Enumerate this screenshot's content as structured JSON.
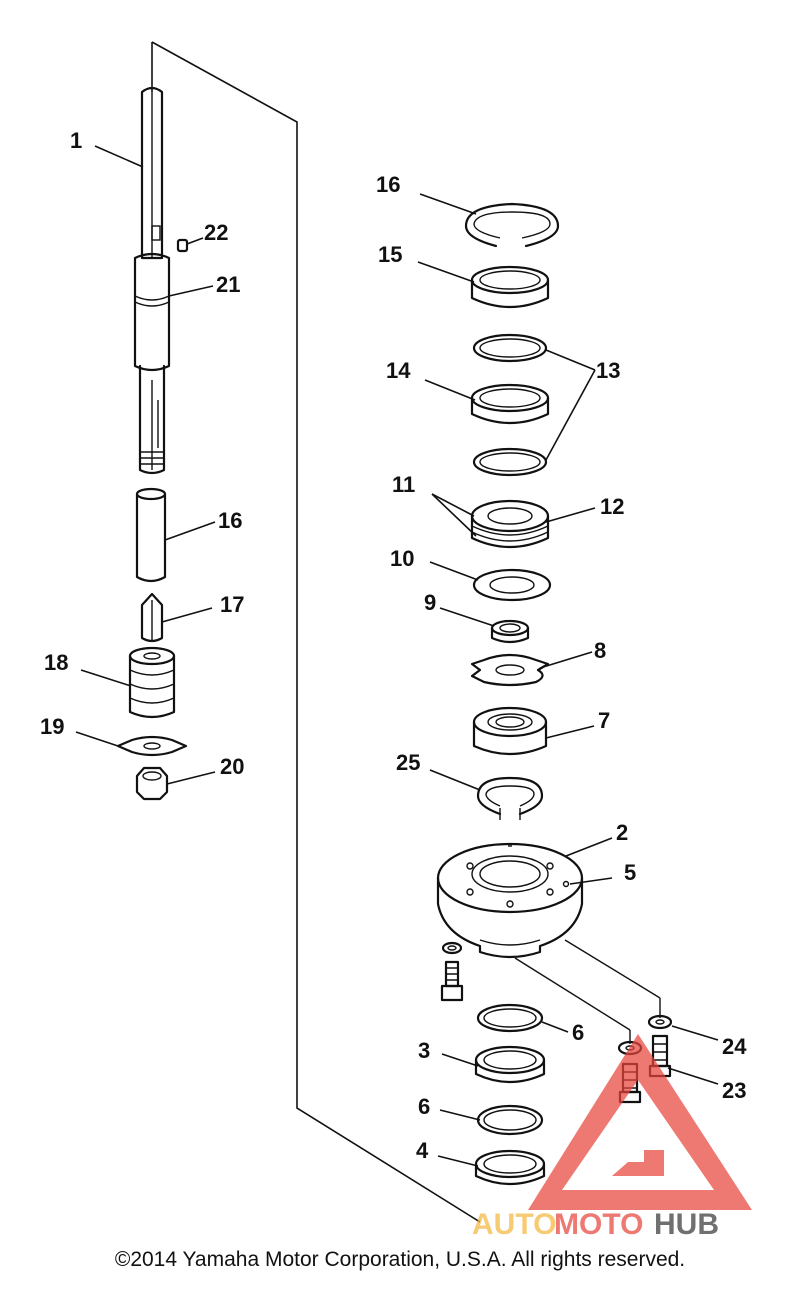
{
  "diagram": {
    "part_labels": {
      "p1": "1",
      "p22": "22",
      "p21": "21",
      "p16a": "16",
      "p17": "17",
      "p18": "18",
      "p19": "19",
      "p20": "20",
      "p16b": "16",
      "p15": "15",
      "p13": "13",
      "p14": "14",
      "p11": "11",
      "p12": "12",
      "p10": "10",
      "p9": "9",
      "p8": "8",
      "p7": "7",
      "p25": "25",
      "p2": "2",
      "p5": "5",
      "p6a": "6",
      "p24": "24",
      "p3": "3",
      "p23": "23",
      "p6b": "6",
      "p4": "4"
    }
  },
  "watermark": {
    "text_auto": "AUTO",
    "text_moto": "MOTO",
    "text_hub": "HUB",
    "color_primary": "#e8453c",
    "color_secondary": "#f4b740",
    "color_dark": "#3a3a3a"
  },
  "footer": {
    "copyright": "©2014 Yamaha Motor Corporation, U.S.A. All rights reserved."
  }
}
